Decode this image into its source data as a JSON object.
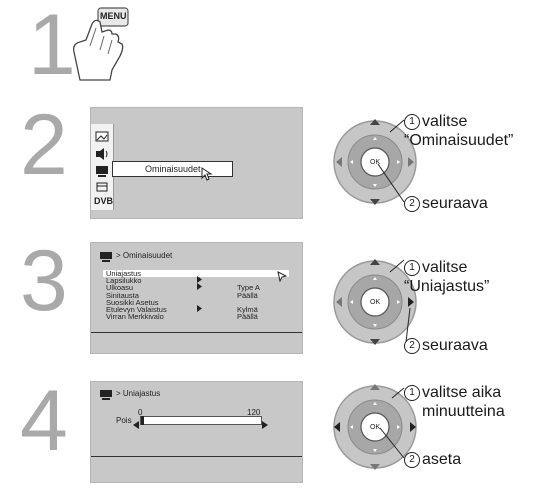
{
  "step1": {
    "number": "1",
    "menu_key_label": "MENU"
  },
  "step2": {
    "number": "2",
    "menu_item_label": "Ominaisuudet",
    "callouts": {
      "c1": "1",
      "text1_line1": "valitse",
      "text1_line2": "“Ominaisuudet”",
      "c2": "2",
      "text2": "seuraava"
    }
  },
  "step3": {
    "number": "3",
    "header": "> Ominaisuudet",
    "rows": [
      {
        "label": "Uniajastus",
        "value": "",
        "arrow": true,
        "selected": true
      },
      {
        "label": "Lapsilukko",
        "value": "",
        "arrow": true,
        "selected": false
      },
      {
        "label": "Ulkoasu",
        "value": "Type A",
        "arrow": false,
        "selected": false
      },
      {
        "label": "Sinitausta",
        "value": "Päällä",
        "arrow": false,
        "selected": false
      },
      {
        "label": "Suosikki Asetus",
        "value": "",
        "arrow": true,
        "selected": false
      },
      {
        "label": "Etulevyn Valaistus",
        "value": "Kylmä",
        "arrow": false,
        "selected": false
      },
      {
        "label": "Virran Merkkivalo",
        "value": "Päällä",
        "arrow": false,
        "selected": false
      }
    ],
    "callouts": {
      "c1": "1",
      "text1_line1": "valitse",
      "text1_line2": "“Uniajastus”",
      "c2": "2",
      "text2": "seuraava"
    }
  },
  "step4": {
    "number": "4",
    "header": "> Uniajastus",
    "slider": {
      "min_label": "0",
      "max_label": "120",
      "left_label": "Pois",
      "value_fraction": 0.0
    },
    "callouts": {
      "c1": "1",
      "text1_line1": "valitse aika",
      "text1_line2": "minuutteina",
      "c2": "2",
      "text2": "aseta"
    }
  },
  "remote": {
    "ok_label": "OK"
  }
}
